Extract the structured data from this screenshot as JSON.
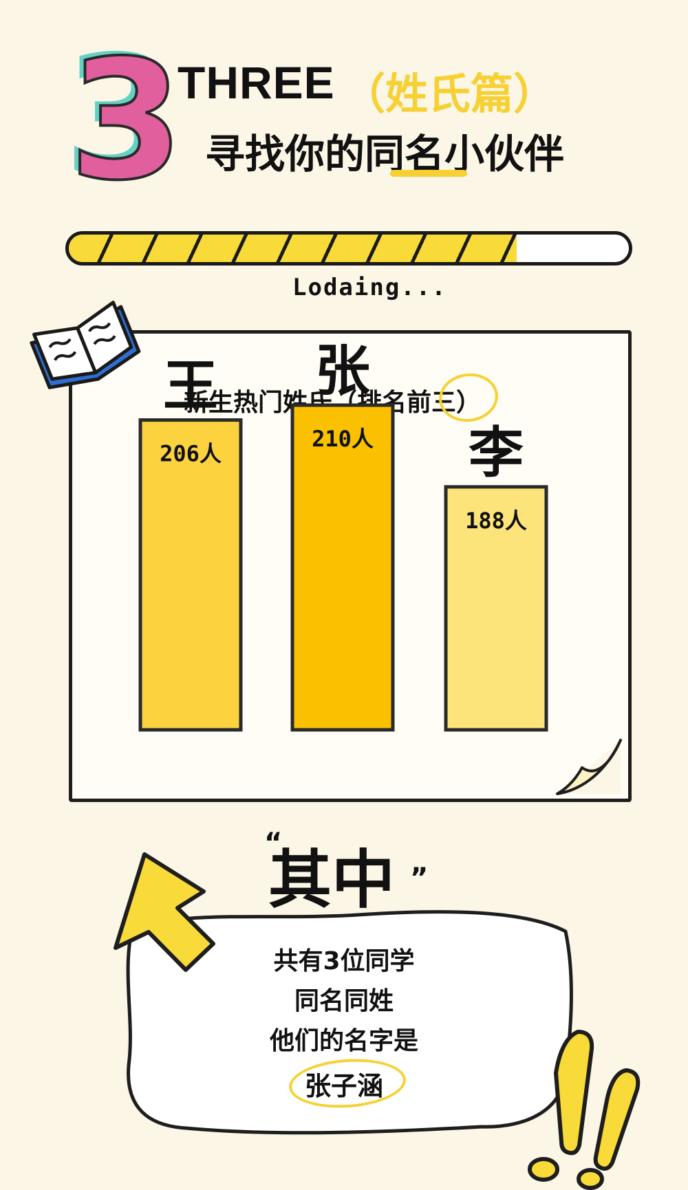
{
  "header": {
    "number": "3",
    "english": "THREE",
    "section": "（姓氏篇）",
    "subtitle": "寻找你的同名小伙伴"
  },
  "loading": {
    "text": "Lodaing...",
    "progress": 0.8
  },
  "colors": {
    "background": "#fbf6e6",
    "accent_yellow": "#f7d133",
    "number_pink": "#e15f9c",
    "number_teal": "#66d0c4",
    "bar_wang": "#fcd33f",
    "bar_zhang": "#fbc100",
    "bar_li": "#fde47a"
  },
  "chart_data": {
    "type": "bar",
    "title": "新生热门姓氏（排名前三）",
    "categories": [
      "王",
      "张",
      "李"
    ],
    "values": [
      206,
      210,
      188
    ],
    "value_labels": [
      "206人",
      "210人",
      "188人"
    ],
    "unit": "人",
    "grid": false
  },
  "quote": {
    "open": "“",
    "text": "其中",
    "close": "”"
  },
  "bubble": {
    "line1": "共有3位同学",
    "line2": "同名同姓",
    "line3": "他们的名字是",
    "name": "张子涵"
  },
  "icons": {
    "book": "open-book-icon",
    "arrow": "arrow-icon",
    "exclamation": "double-exclamation-icon"
  }
}
